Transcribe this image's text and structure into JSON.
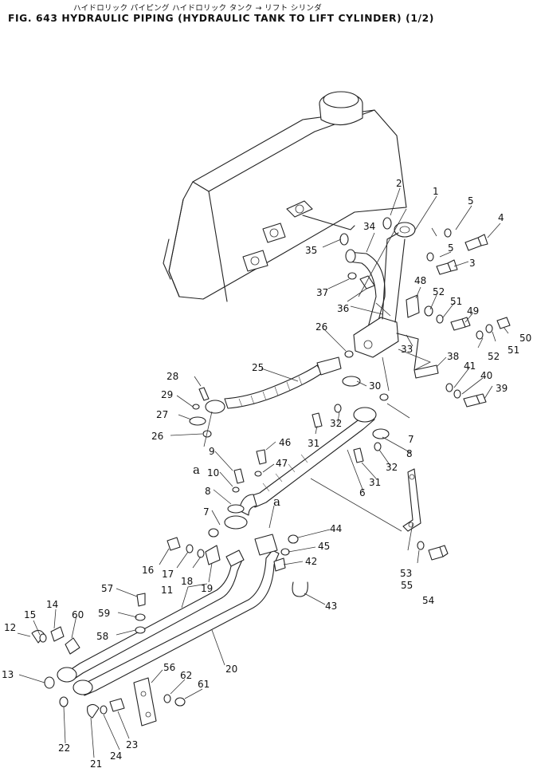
{
  "figure": {
    "title_jp": "ハイドロリック パイピング  ハイドロリック タンク → リフト シリンダ",
    "title_en": "FIG. 643  HYDRAULIC PIPING (HYDRAULIC TANK TO LIFT CYLINDER) (1/2)"
  },
  "part_numbers": [
    "1",
    "2",
    "3",
    "4",
    "5",
    "6",
    "7",
    "8",
    "9",
    "10",
    "11",
    "12",
    "13",
    "14",
    "15",
    "16",
    "17",
    "18",
    "19",
    "20",
    "21",
    "22",
    "23",
    "24",
    "25",
    "26",
    "27",
    "28",
    "29",
    "30",
    "31",
    "32",
    "33",
    "34",
    "35",
    "36",
    "37",
    "38",
    "39",
    "40",
    "41",
    "42",
    "43",
    "44",
    "45",
    "46",
    "47",
    "48",
    "49",
    "50",
    "51",
    "52",
    "53",
    "54",
    "55",
    "56",
    "57",
    "58",
    "59",
    "60",
    "61",
    "62"
  ],
  "connection_mark": "a"
}
